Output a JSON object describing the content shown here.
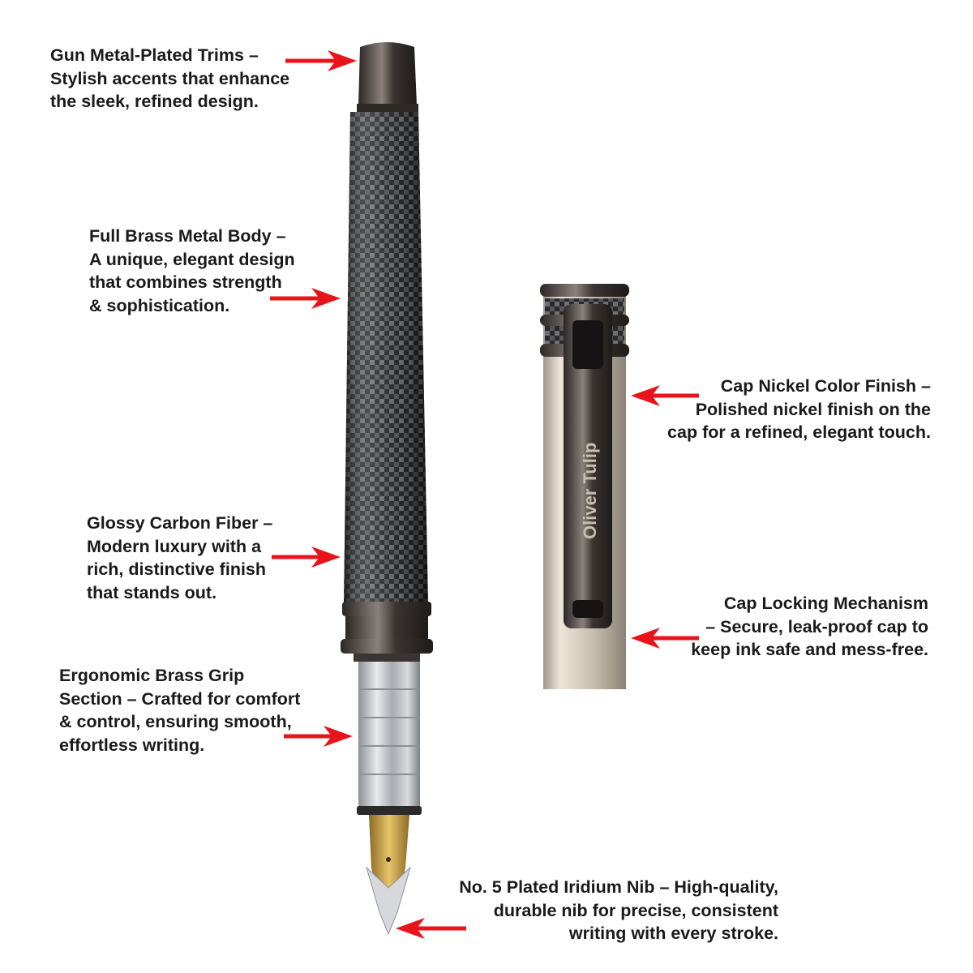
{
  "brand": "Oliver Tulip",
  "colors": {
    "arrow": "#e8141b",
    "text": "#1a1a1a",
    "gunmetal": "#4a4442",
    "cap": "#c9c0af",
    "steel": "#c4c6c9",
    "nib_gold": "#c9a24a"
  },
  "callouts": {
    "trims": {
      "lines": [
        "Gun Metal-Plated Trims –",
        "Stylish accents that enhance",
        "the sleek, refined design."
      ]
    },
    "body": {
      "lines": [
        "Full Brass Metal Body –",
        "A unique, elegant design",
        "that combines strength",
        "& sophistication."
      ]
    },
    "carbon": {
      "lines": [
        "Glossy Carbon Fiber –",
        "Modern luxury with a",
        "rich, distinctive finish",
        "that stands out."
      ]
    },
    "grip": {
      "lines": [
        "Ergonomic Brass Grip",
        "Section – Crafted for comfort",
        "& control, ensuring smooth,",
        "effortless writing."
      ]
    },
    "nib": {
      "lines": [
        "No. 5 Plated Iridium Nib – High-quality,",
        "durable nib for precise, consistent",
        "writing with every stroke."
      ]
    },
    "cap_finish": {
      "lines": [
        "Cap Nickel Color Finish –",
        "Polished nickel finish on the",
        "cap for a refined, elegant touch."
      ]
    },
    "cap_lock": {
      "lines": [
        "Cap Locking Mechanism",
        "– Secure, leak-proof cap to",
        "keep ink safe and mess-free."
      ]
    }
  }
}
